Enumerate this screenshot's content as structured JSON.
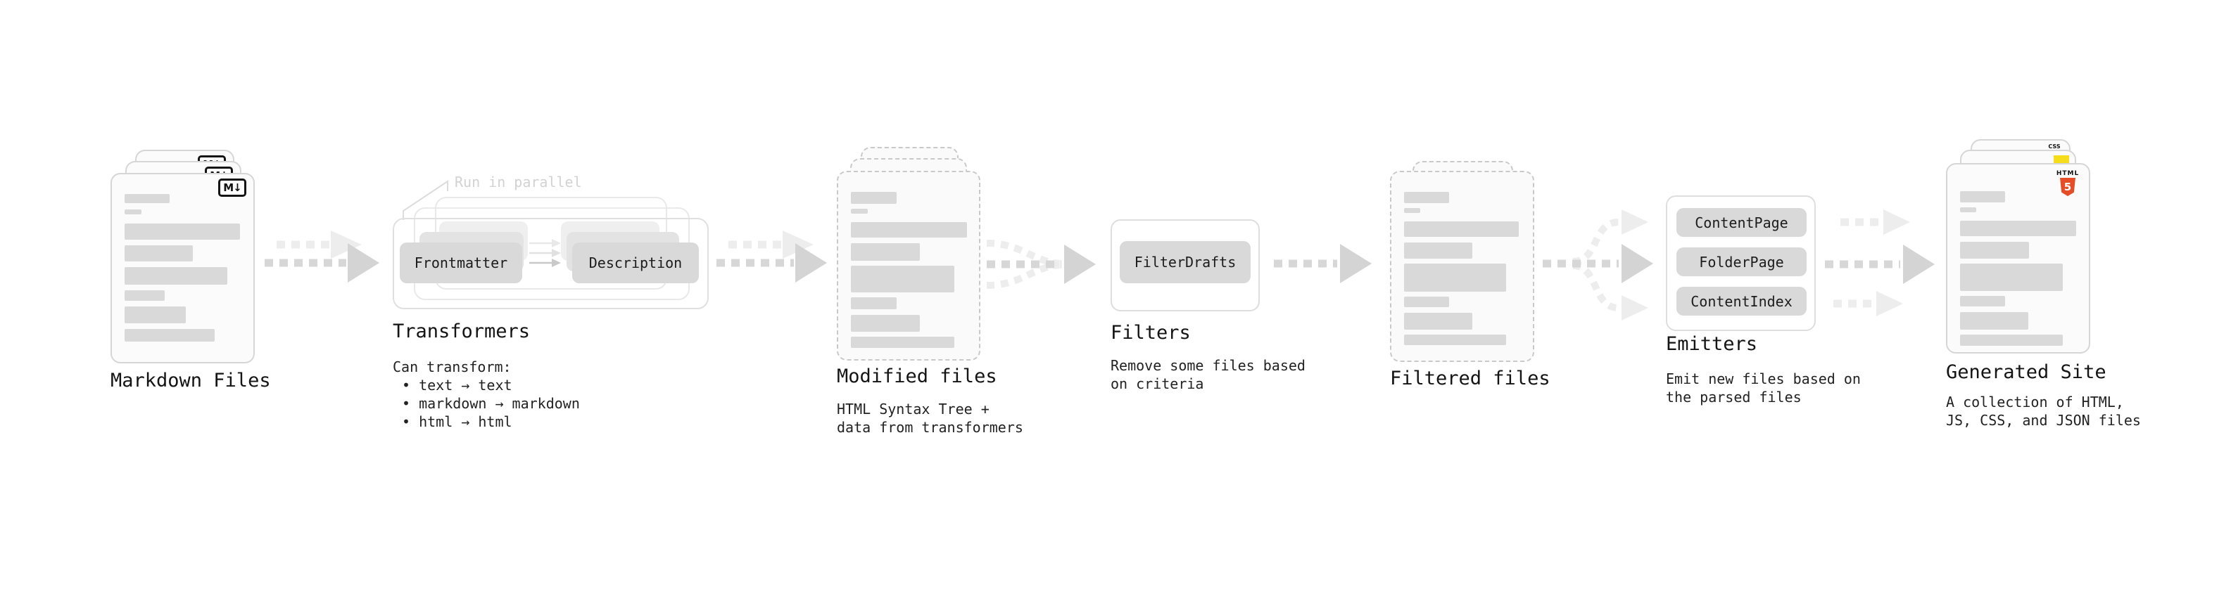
{
  "stations": {
    "markdown": {
      "label": "Markdown Files",
      "badge": "M↓"
    },
    "transformers": {
      "label": "Transformers",
      "note": "Run in parallel",
      "pill_frontmatter": "Frontmatter",
      "pill_description": "Description",
      "desc_title": "Can transform:",
      "bullets": [
        "• text → text",
        "• markdown → markdown",
        "• html → html"
      ]
    },
    "modified": {
      "label": "Modified files",
      "desc": [
        "HTML Syntax Tree +",
        "data from transformers"
      ]
    },
    "filters": {
      "label": "Filters",
      "pill": "FilterDrafts",
      "desc": [
        "Remove some files based",
        "on criteria"
      ]
    },
    "filtered": {
      "label": "Filtered files"
    },
    "emitters": {
      "label": "Emitters",
      "pills": [
        "ContentPage",
        "FolderPage",
        "ContentIndex"
      ],
      "desc": [
        "Emit new files based on",
        "the parsed files"
      ]
    },
    "generated": {
      "label": "Generated Site",
      "desc": [
        "A collection of HTML,",
        "JS, CSS, and JSON files"
      ],
      "badge_html_word": "HTML",
      "badge_html_num": "5",
      "badge_css": "CSS"
    }
  },
  "colors": {
    "background": "#ffffff",
    "pill_fill": "#d9d9d9",
    "skeleton_bar": "#d9d9d9",
    "arrow_dark": "#d7d7d7",
    "arrow_light": "#ededed",
    "muted_note": "#d2d2d2",
    "text_dark": "#141414",
    "html5_orange": "#e44d26",
    "js_yellow": "#f5de19",
    "css_blue": "#2b63e8"
  }
}
